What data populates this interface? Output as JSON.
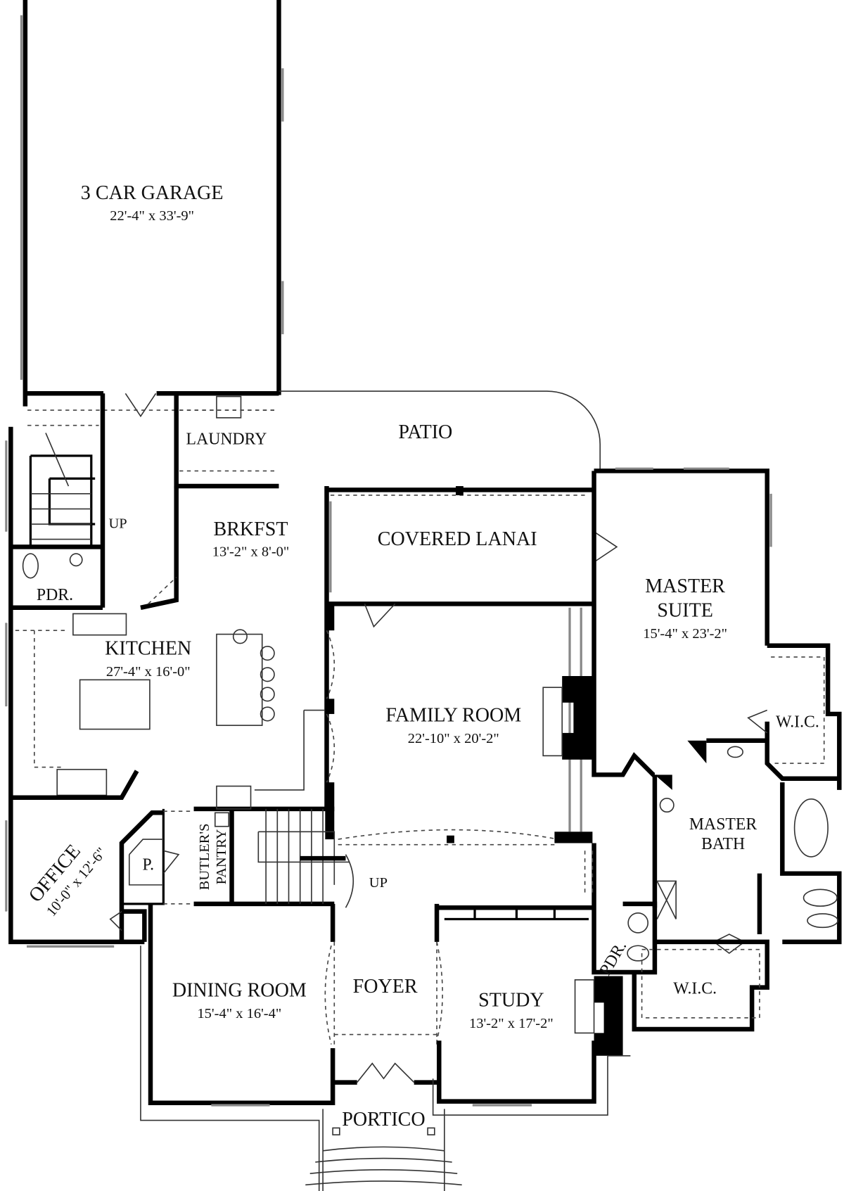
{
  "plan": {
    "garage": {
      "name": "3 CAR GARAGE",
      "size": "22'-4\" x 33'-9\""
    },
    "patio": {
      "name": "PATIO"
    },
    "laundry": {
      "name": "LAUNDRY"
    },
    "rear_stair": {
      "label": "UP"
    },
    "brkfst": {
      "name": "BRKFST",
      "size": "13'-2\" x 8'-0\""
    },
    "covered_lanai": {
      "name": "COVERED LANAI"
    },
    "pdr_rear": {
      "name": "PDR."
    },
    "kitchen": {
      "name": "KITCHEN",
      "size": "27'-4\" x 16'-0\""
    },
    "master_suite": {
      "name_line1": "MASTER",
      "name_line2": "SUITE",
      "size": "15'-4\" x 23'-2\""
    },
    "wic_upper": {
      "name": "W.I.C."
    },
    "family_room": {
      "name": "FAMILY ROOM",
      "size": "22'-10\" x 20'-2\""
    },
    "master_bath": {
      "name_line1": "MASTER",
      "name_line2": "BATH"
    },
    "office": {
      "name": "OFFICE",
      "size": "10'-0\" x 12'-6\""
    },
    "pantry": {
      "name": "P."
    },
    "butlers_pantry": {
      "name_line1": "BUTLER'S",
      "name_line2": "PANTRY"
    },
    "front_stair": {
      "label": "UP"
    },
    "pdr_front": {
      "name": "PDR."
    },
    "dining_room": {
      "name": "DINING ROOM",
      "size": "15'-4\" x 16'-4\""
    },
    "foyer": {
      "name": "FOYER"
    },
    "study": {
      "name": "STUDY",
      "size": "13'-2\" x 17'-2\""
    },
    "wic_lower": {
      "name": "W.I.C."
    },
    "portico": {
      "name": "PORTICO"
    }
  }
}
